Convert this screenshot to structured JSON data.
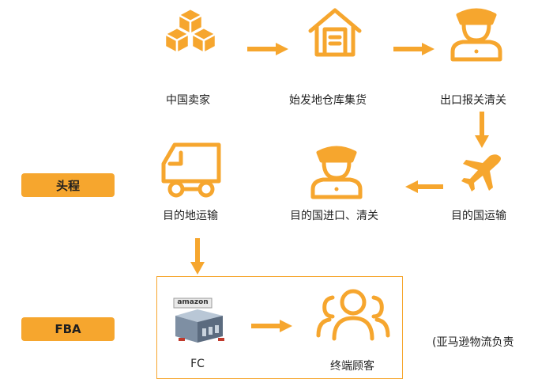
{
  "colors": {
    "accent": "#f6a62e",
    "text": "#222222"
  },
  "row1": {
    "step1": {
      "label": "中国卖家",
      "icon": "boxes-icon"
    },
    "step2": {
      "label": "始发地仓库集货",
      "icon": "warehouse-icon"
    },
    "step3": {
      "label": "出口报关清关",
      "icon": "customs-officer-icon"
    }
  },
  "row2": {
    "step4": {
      "label": "目的国运输",
      "icon": "airplane-icon"
    },
    "step5": {
      "label": "目的国进口、清关",
      "icon": "customs-officer-icon"
    },
    "step6": {
      "label": "目的地运输",
      "icon": "truck-icon"
    }
  },
  "row3": {
    "step7": {
      "label": "FC",
      "icon": "amazon-warehouse-icon"
    },
    "step8": {
      "label": "终端顾客",
      "icon": "customers-icon"
    },
    "fc_sign": "amazon"
  },
  "tags": {
    "first_leg": "头程",
    "fba": "FBA"
  },
  "note": "(亚马逊物流负责"
}
